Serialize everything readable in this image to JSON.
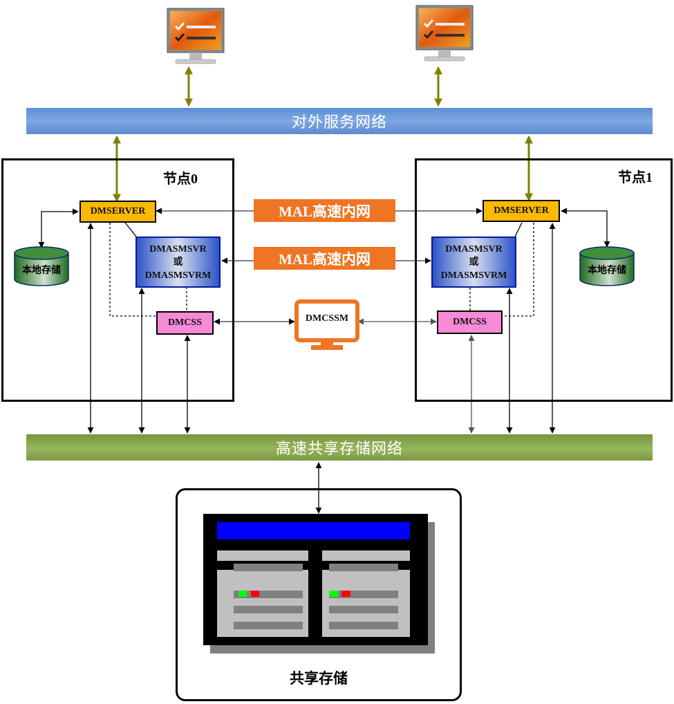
{
  "diagram": {
    "external_network": {
      "label": "对外服务网络",
      "color": "#6f9bdc"
    },
    "storage_network": {
      "label": "高速共享存储网络",
      "color": "#86a64d"
    },
    "clients": [
      {
        "name": "client-0",
        "icon": "monitor-checklist-icon"
      },
      {
        "name": "client-1",
        "icon": "monitor-checklist-icon"
      }
    ],
    "nodes": [
      {
        "title": "节点0",
        "dmserver": "DMSERVER",
        "asm_line1": "DMASMSVR",
        "asm_line2": "或",
        "asm_line3": "DMASMSVRM",
        "dmcss": "DMCSS",
        "local_storage": "本地存储"
      },
      {
        "title": "节点1",
        "dmserver": "DMSERVER",
        "asm_line1": "DMASMSVR",
        "asm_line2": "或",
        "asm_line3": "DMASMSVRM",
        "dmcss": "DMCSS",
        "local_storage": "本地存储"
      }
    ],
    "mal_links": [
      {
        "label": "MAL高速内网"
      },
      {
        "label": "MAL高速内网"
      }
    ],
    "monitor": {
      "label": "DMCSSM",
      "color": "#ee7524"
    },
    "shared_storage": {
      "label": "共享存储"
    },
    "colors": {
      "dmserver": "#fbb900",
      "asm": "#2e55c8",
      "dmcss": "#f58ad6",
      "mal": "#ee7524",
      "olive_arrow": "#808000",
      "local_storage": "#2e7d2e"
    }
  }
}
